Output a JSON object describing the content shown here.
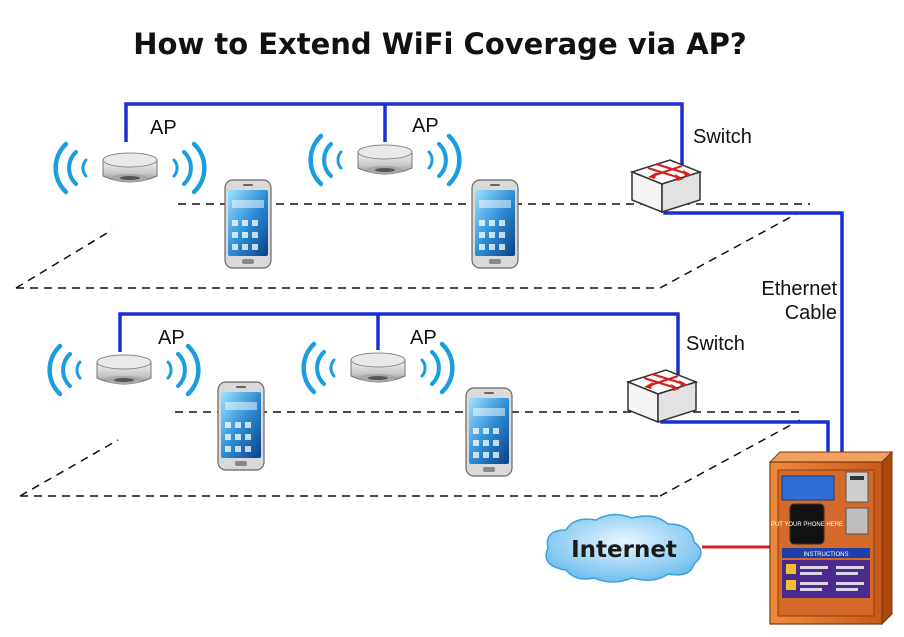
{
  "title": "How to Extend WiFi Coverage via AP?",
  "labels": {
    "ap": "AP",
    "switch": "Switch",
    "ethernet_line1": "Ethernet",
    "ethernet_line2": "Cable",
    "internet": "Internet"
  },
  "kiosk": {
    "screen_text": "PUT YOUR PHONE HERE",
    "instructions": "INSTRUCTIONS"
  },
  "colors": {
    "cable": "#1a2fd6",
    "internet_link": "#d91f1f",
    "wifi": "#1a9ee0",
    "kiosk": "#e0722a",
    "cloud": "#7ec8ef"
  }
}
